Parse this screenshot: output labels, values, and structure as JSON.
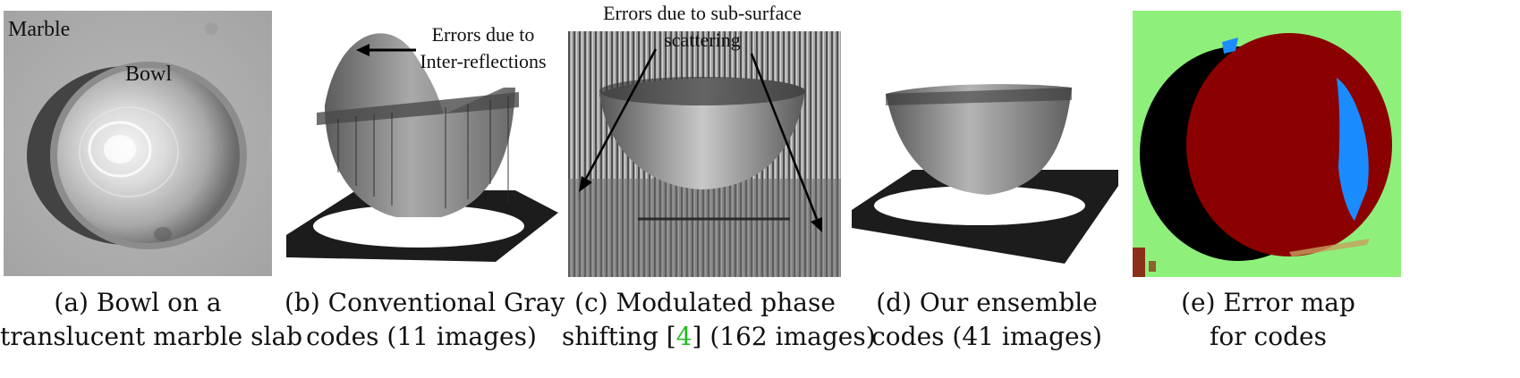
{
  "panels": {
    "a": {
      "labels": {
        "marble": "Marble",
        "bowl": "Bowl"
      },
      "caption_line1": "(a) Bowl on a",
      "caption_line2": "translucent marble slab"
    },
    "b": {
      "annotation_line1": "Errors due to",
      "annotation_line2": "Inter-reflections",
      "caption_line1": "(b) Conventional Gray",
      "caption_line2": "codes (11 images)"
    },
    "c": {
      "annotation_line1": "Errors due to sub-surface",
      "annotation_line2": "scattering",
      "caption_line1": "(c) Modulated phase",
      "caption_line2_pre": "shifting [",
      "caption_line2_cite": "4",
      "caption_line2_post": "] (162 images)"
    },
    "d": {
      "caption_line1": "(d) Our ensemble",
      "caption_line2": "codes (41 images)"
    },
    "e": {
      "caption_line1": "(e) Error map",
      "caption_line2": "for codes"
    }
  },
  "colors": {
    "error_map_background": "#8ef07a",
    "error_map_disc": "#8b0000",
    "error_map_shadow": "#000000",
    "error_map_highlight": "#1a8cff",
    "citation": "#22bb22"
  }
}
